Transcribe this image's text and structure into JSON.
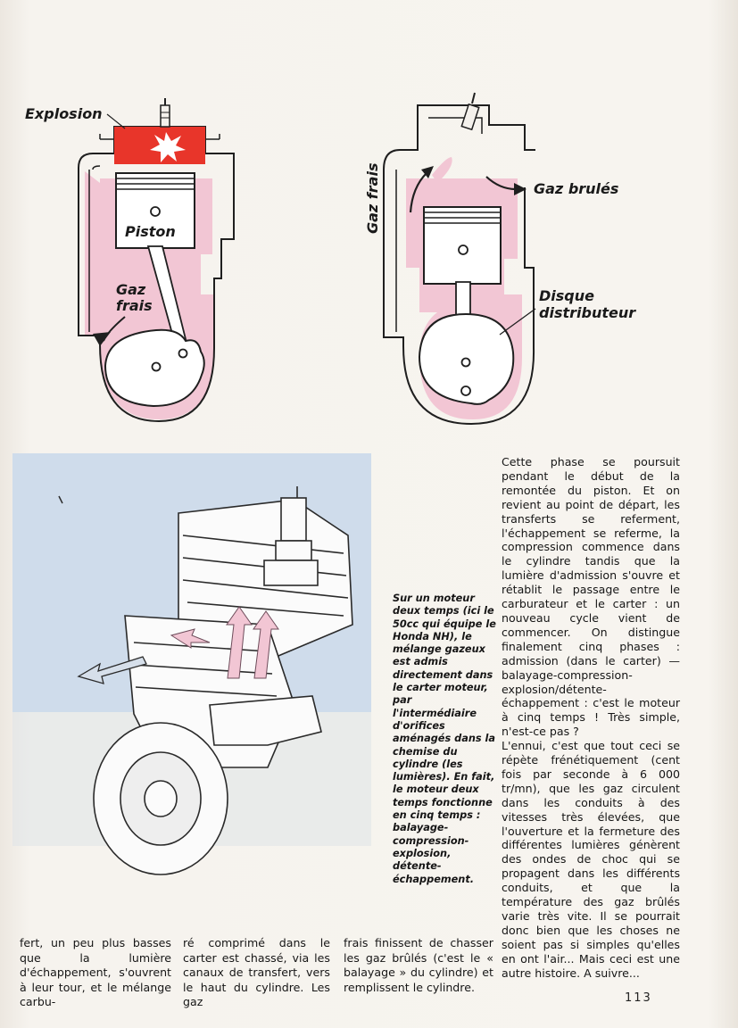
{
  "diagram_labels": {
    "explosion": "Explosion",
    "piston": "Piston",
    "gaz_frais_left": "Gaz\nfrais",
    "gaz_frais_right": "Gaz frais",
    "gaz_brules": "Gaz brulés",
    "disque_distributeur": "Disque\ndistributeur"
  },
  "caption": "Sur un moteur deux temps (ici le 50cc qui équipe le Honda NH), le mélange gazeux est admis directement dans le carter moteur, par l'intermédiaire d'orifices aménagés dans la chemise du cylindre (les lumières). En fait, le moteur deux temps fonctionne en cinq temps : balayage-compression-explosion, détente-échappement.",
  "right_column": [
    "Cette phase se poursuit pendant le début de la remontée du piston. Et on revient au point de départ, les transferts se referment, l'échappement se referme, la compression commence dans le cylindre tandis que la lumière d'admission s'ouvre et rétablit le passage entre le carburateur et le carter : un nouveau cycle vient de commencer. On distingue finalement cinq phases : admission (dans le carter) — balayage-compression-explosion/détente-échappement : c'est le moteur à cinq temps ! Très simple, n'est-ce pas ?",
    "L'ennui, c'est que tout ceci se répète frénétiquement (cent fois par seconde à 6 000 tr/mn), que les gaz circulent dans les conduits à des vitesses très élevées, que l'ouverture et la fermeture des différentes lumières génèrent des ondes de choc qui se propagent dans les différents conduits, et que la température des gaz brûlés varie très vite. Il se pourrait donc bien que les choses ne soient pas si simples qu'elles en ont l'air... Mais ceci est une autre histoire.   A suivre..."
  ],
  "bottom_columns": [
    "fert, un peu plus basses que la lumière d'échappement, s'ouvrent à leur tour, et le mélange carbu-",
    "ré comprimé dans le carter est chassé, via les canaux de transfert, vers le haut du cylindre. Les gaz",
    "frais finissent de chasser les gaz brûlés (c'est le « balayage » du cylindre) et remplissent le cylindre."
  ],
  "page_number": "113",
  "colors": {
    "explosion_red": "#e8352a",
    "gas_pink": "#f2c6d4",
    "illustration_blue": "#cfdceb",
    "outline": "#1f1f1f"
  }
}
